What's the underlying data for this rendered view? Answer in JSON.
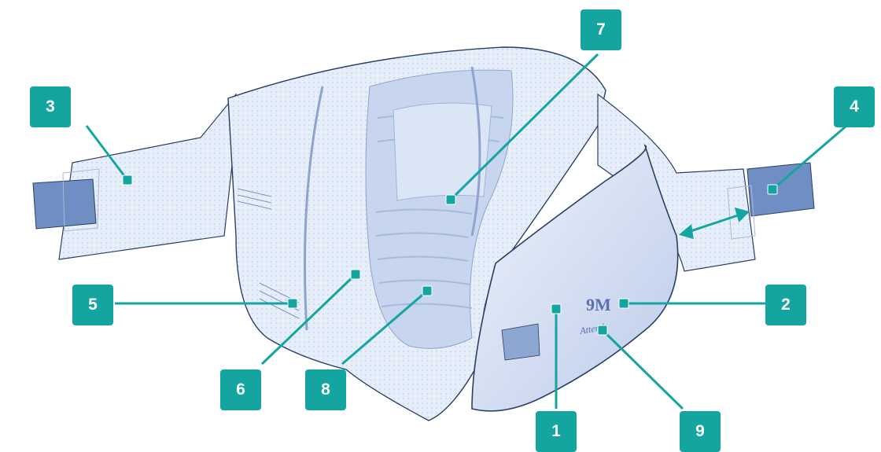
{
  "colors": {
    "accent": "#14a5a0",
    "body_fill": "#dbe6f6",
    "body_stroke": "#2b3f66",
    "pad_fill": "#c7d6ee",
    "tab_fill": "#6f8fc4",
    "marking": "#5a6fb0"
  },
  "product_marking": {
    "size": "9M",
    "brand": "Attends"
  },
  "callouts": [
    {
      "id": "1",
      "label": "1"
    },
    {
      "id": "2",
      "label": "2"
    },
    {
      "id": "3",
      "label": "3"
    },
    {
      "id": "4",
      "label": "4"
    },
    {
      "id": "5",
      "label": "5"
    },
    {
      "id": "6",
      "label": "6"
    },
    {
      "id": "7",
      "label": "7"
    },
    {
      "id": "8",
      "label": "8"
    },
    {
      "id": "9",
      "label": "9"
    }
  ]
}
